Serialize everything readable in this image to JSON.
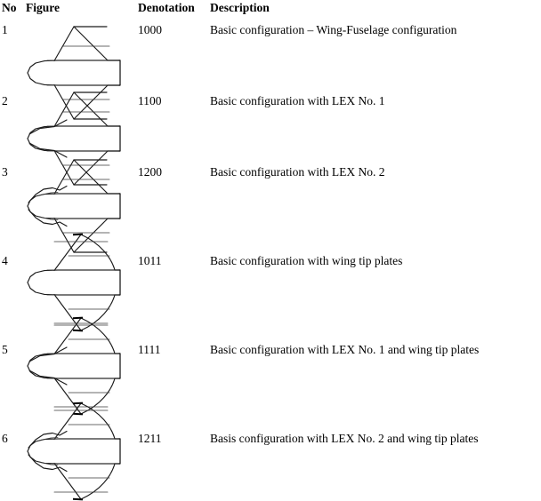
{
  "header": {
    "col_no": "No",
    "col_figure": "Figure",
    "col_denotation": "Denotation",
    "col_description": "Description"
  },
  "rows": [
    {
      "no": "1",
      "denotation": "1000",
      "description": "Basic configuration – Wing-Fuselage configuration",
      "figure_name": "aircraft-plan-view-basic",
      "features": {
        "lex": "none",
        "tip_plates": false
      }
    },
    {
      "no": "2",
      "denotation": "1100",
      "description": "Basic configuration with LEX No. 1",
      "figure_name": "aircraft-plan-view-lex1",
      "features": {
        "lex": "1",
        "tip_plates": false
      }
    },
    {
      "no": "3",
      "denotation": "1200",
      "description": "Basic configuration with LEX No. 2",
      "figure_name": "aircraft-plan-view-lex2",
      "features": {
        "lex": "2",
        "tip_plates": false
      }
    },
    {
      "no": "4",
      "denotation": "1011",
      "description": "Basic configuration with wing tip plates",
      "figure_name": "aircraft-plan-view-tip-plates",
      "features": {
        "lex": "none",
        "tip_plates": true
      }
    },
    {
      "no": "5",
      "denotation": "1111",
      "description": "Basic configuration with LEX No. 1 and wing tip plates",
      "figure_name": "aircraft-plan-view-lex1-tip-plates",
      "features": {
        "lex": "1",
        "tip_plates": true
      }
    },
    {
      "no": "6",
      "denotation": "1211",
      "description": "Basis configuration with LEX No. 2 and wing tip plates",
      "figure_name": "aircraft-plan-view-lex2-tip-plates",
      "features": {
        "lex": "2",
        "tip_plates": true
      }
    }
  ],
  "layout": {
    "row_tops": [
      26,
      106,
      186,
      286,
      386,
      486
    ],
    "figure_tops": [
      26,
      100,
      176,
      262,
      356,
      452
    ]
  },
  "colors": {
    "text": "#000000",
    "line": "#1a1a1a",
    "line_light": "#3a3a3a",
    "background": "#ffffff"
  }
}
